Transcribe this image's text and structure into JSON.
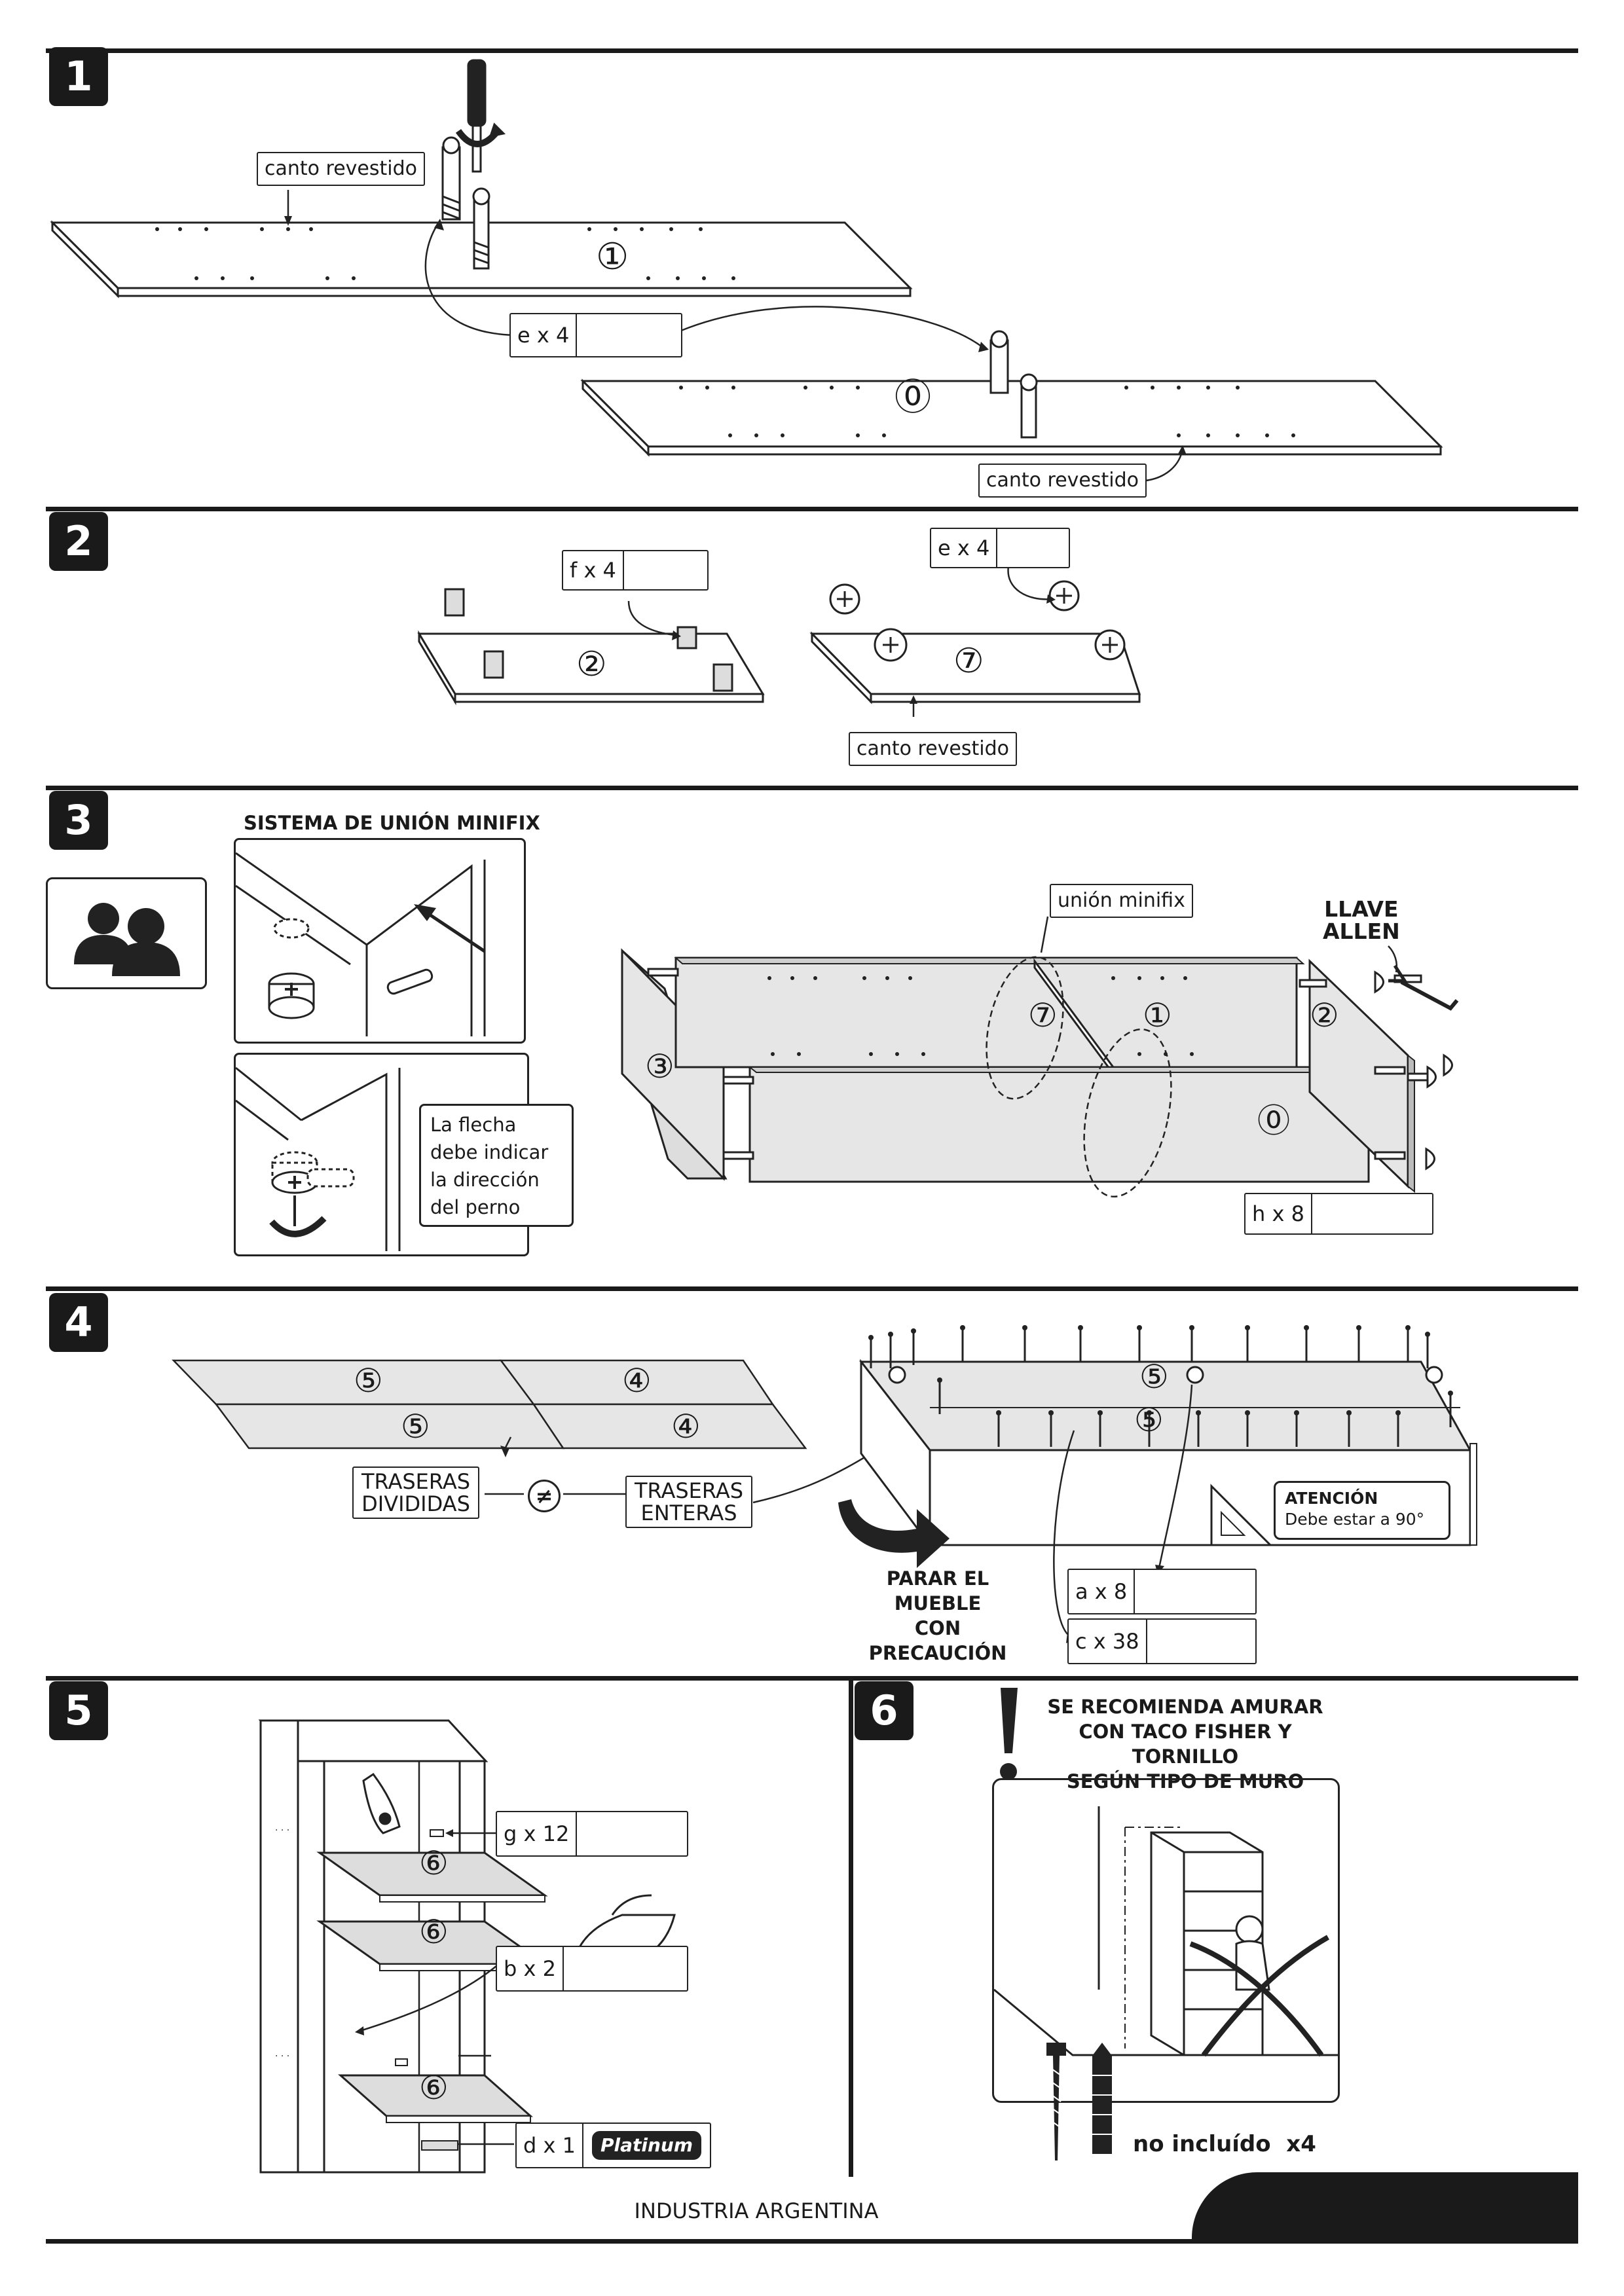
{
  "steps": [
    "1",
    "2",
    "3",
    "4",
    "5",
    "6"
  ],
  "step1": {
    "canto_label_top": "canto revestido",
    "canto_label_bottom": "canto revestido",
    "part_top": "①",
    "part_bottom": "⓪",
    "fitting": "e x 4"
  },
  "step2": {
    "fitting_f": "f x 4",
    "fitting_e": "e x 4",
    "part_left": "②",
    "part_right": "⑦",
    "canto_label": "canto revestido"
  },
  "step3": {
    "system_title": "SISTEMA DE UNIÓN MINIFIX",
    "arrow_note": [
      "La flecha",
      "debe indicar",
      "la dirección",
      "del perno"
    ],
    "minifix_label": "unión minifix",
    "allen_key": [
      "LLAVE",
      "ALLEN"
    ],
    "parts": [
      "③",
      "⑦",
      "①",
      "②",
      "⓪"
    ],
    "fitting_h": "h x 8"
  },
  "step4": {
    "back_parts": [
      "⑤",
      "④",
      "⑤",
      "④"
    ],
    "traseras_divididas": [
      "TRASERAS",
      "DIVIDIDAS"
    ],
    "not_equal": "≠",
    "traseras_enteras": [
      "TRASERAS",
      "ENTERAS"
    ],
    "frame_parts": [
      "⑤",
      "⑤"
    ],
    "attention_title": "ATENCIÓN",
    "attention_text": "Debe estar a 90°",
    "caution": [
      "PARAR EL MUEBLE",
      "CON PRECAUCIÓN"
    ],
    "fitting_a": "a x 8",
    "fitting_c": "c x 38"
  },
  "step5": {
    "shelf_parts": [
      "⑥",
      "⑥",
      "⑥"
    ],
    "fitting_g": "g x 12",
    "fitting_b": "b x 2",
    "fitting_d": "d x 1",
    "brand": "Platinum"
  },
  "step6": {
    "warning": [
      "SE RECOMIENDA AMURAR",
      "CON TACO FISHER Y TORNILLO",
      "SEGÚN TIPO DE MURO"
    ],
    "not_included": "no incluído  x4"
  },
  "footer": "INDUSTRIA ARGENTINA"
}
